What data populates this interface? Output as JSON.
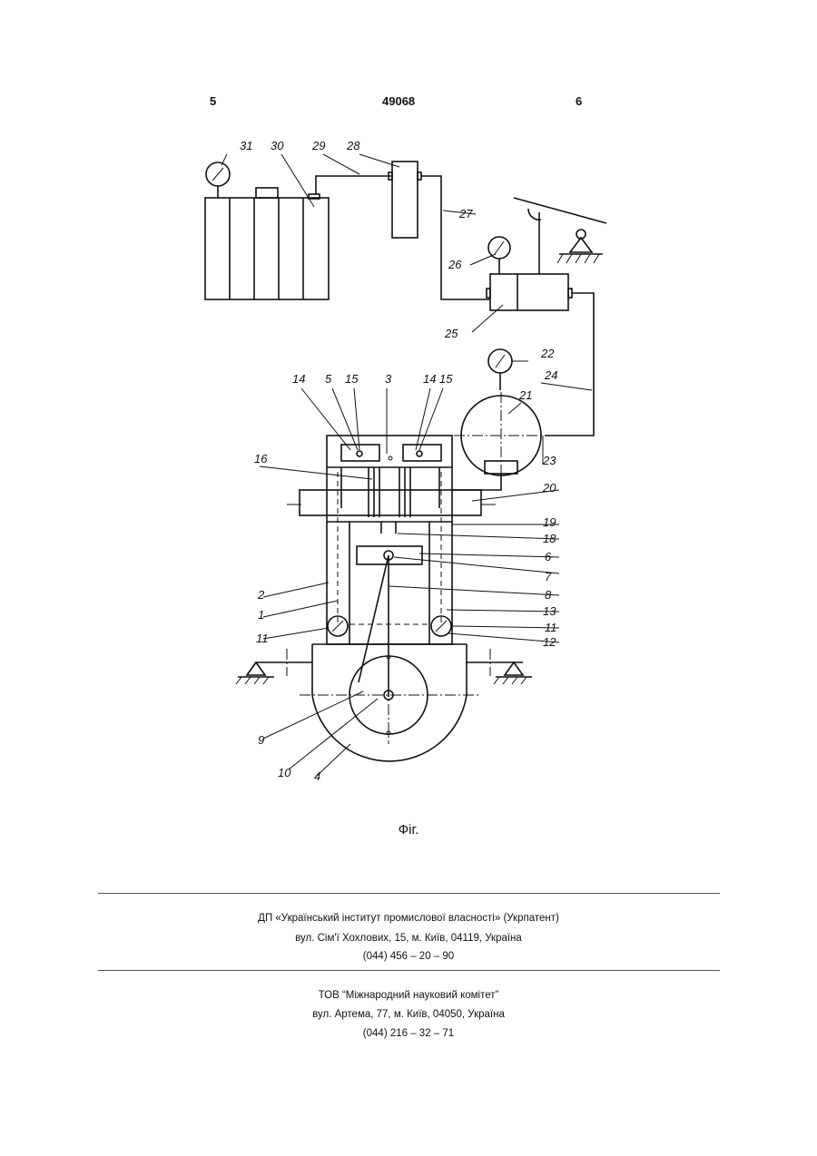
{
  "header": {
    "page_left": "5",
    "patent_number": "49068",
    "page_right": "6"
  },
  "figure": {
    "caption": "Фіг.",
    "labels": [
      "31",
      "30",
      "29",
      "28",
      "27",
      "26",
      "25",
      "22",
      "24",
      "21",
      "23",
      "3",
      "14",
      "5",
      "15",
      "14",
      "15",
      "16",
      "20",
      "19",
      "18",
      "6",
      "7",
      "2",
      "8",
      "1",
      "13",
      "11",
      "11",
      "12",
      "9",
      "10",
      "4"
    ]
  },
  "footer": {
    "org1_name": "ДП «Український інститут промислової власності» (Укрпатент)",
    "org1_address": "вул. Сім'ї Хохлових, 15, м. Київ, 04119, Україна",
    "org1_phone": "(044) 456 – 20 – 90",
    "org2_name": "ТОВ “Міжнародний науковий комітет”",
    "org2_address": "вул. Артема, 77, м. Київ, 04050, Україна",
    "org2_phone": "(044) 216 – 32 – 71"
  }
}
